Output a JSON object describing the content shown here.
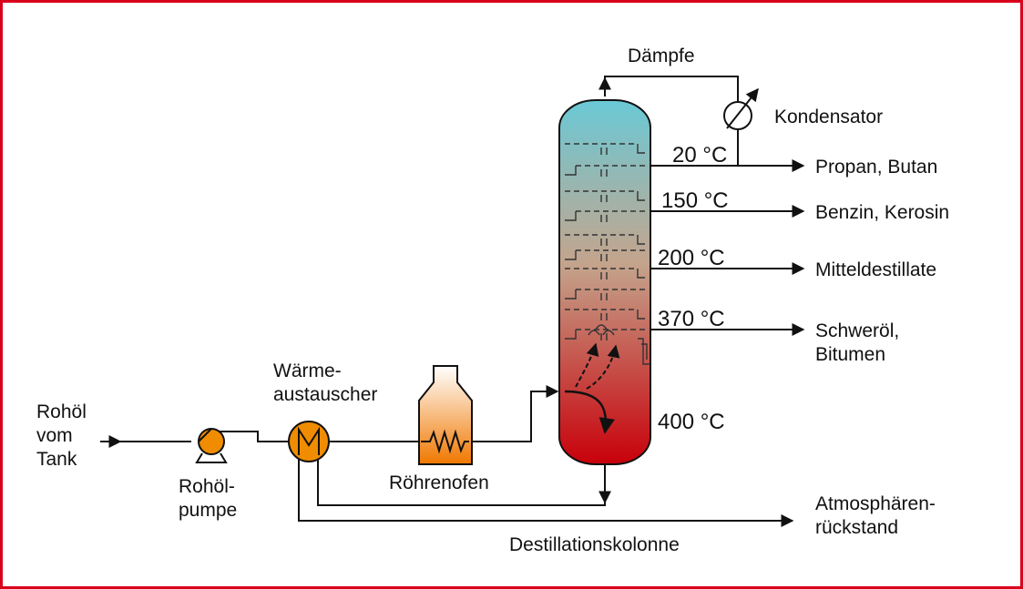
{
  "labels": {
    "crude_source": [
      "Rohöl",
      "vom",
      "Tank"
    ],
    "pump": [
      "Rohöl-",
      "pumpe"
    ],
    "heat_exchanger": [
      "Wärme-",
      "austauscher"
    ],
    "furnace": "Röhrenofen",
    "column": "Destillationskolonne",
    "vapors": "Dämpfe",
    "condenser": "Kondensator",
    "residue": [
      "Atmosphären-",
      "rückstand"
    ]
  },
  "fractions": [
    {
      "temperature": "20 °C",
      "product": [
        "Propan, Butan"
      ]
    },
    {
      "temperature": "150 °C",
      "product": [
        "Benzin, Kerosin"
      ]
    },
    {
      "temperature": "200 °C",
      "product": [
        "Mitteldestillate"
      ]
    },
    {
      "temperature": "370 °C",
      "product": [
        "Schweröl,",
        "Bitumen"
      ]
    }
  ],
  "bottom_temperature": "400 °C",
  "colors": {
    "frame": "#d9001b",
    "column_top": "#6ac9d6",
    "column_middle": "#c4a48c",
    "column_bottom": "#c8000a",
    "pump_orange": "#f08c00",
    "furnace_top": "#ffffff",
    "furnace_bottom": "#f07800",
    "line": "#111111"
  }
}
